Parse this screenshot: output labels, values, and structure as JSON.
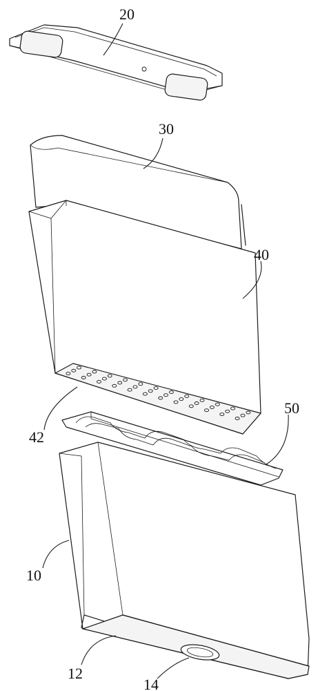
{
  "labels": {
    "part_20": "20",
    "part_30": "30",
    "part_40": "40",
    "part_42": "42",
    "part_50": "50",
    "part_10": "10",
    "part_12": "12",
    "part_14": "14"
  }
}
